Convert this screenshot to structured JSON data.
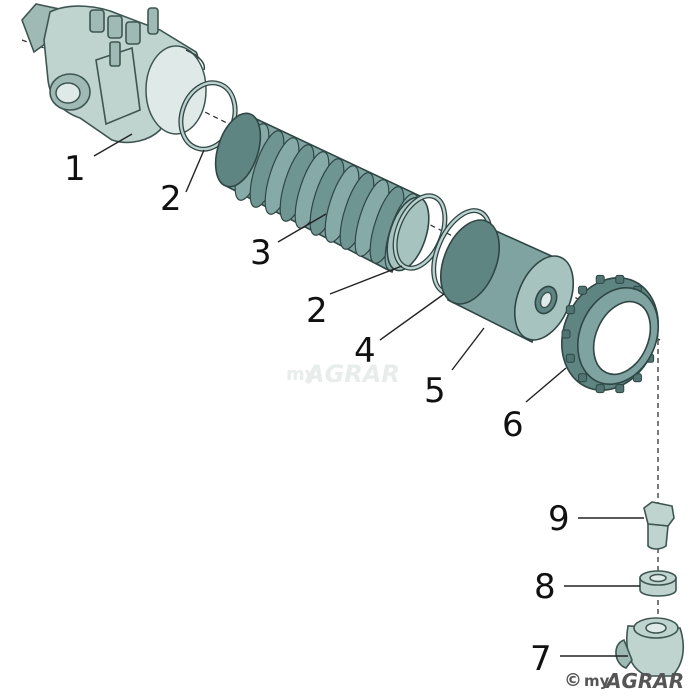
{
  "callouts": {
    "c1": "1",
    "c2a": "2",
    "c3": "3",
    "c2b": "2",
    "c4": "4",
    "c5": "5",
    "c6": "6",
    "c9": "9",
    "c8": "8",
    "c7": "7"
  },
  "watermark": {
    "center_prefix": "my",
    "center_brand": "AGRAR",
    "corner_symbol": "©",
    "corner_prefix": "my",
    "corner_brand": "AGRAR"
  },
  "colors": {
    "housing": "#bfd3cf",
    "parts_teal": "#7fa3a1",
    "outline": "#2f4644",
    "background": "#ffffff"
  }
}
